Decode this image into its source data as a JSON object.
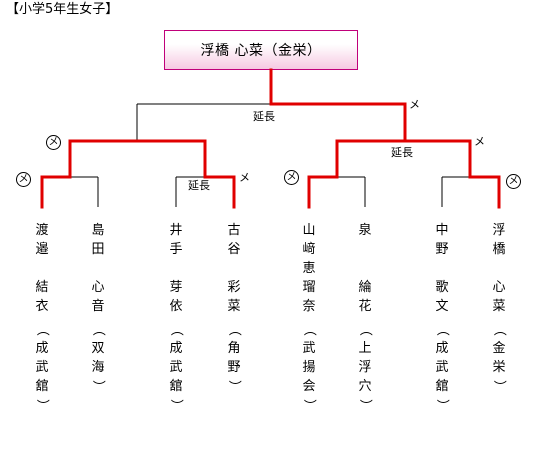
{
  "heading": "【小学5年生女子】",
  "winner": "浮橋 心菜（金栄）",
  "colors": {
    "win_line": "#e00000",
    "line": "#000000",
    "box_border": "#c0007a",
    "box_fill": "#f6c9e2"
  },
  "notes": {
    "enchou_final": "延長",
    "enchou_right": "延長",
    "enchou_left_inner": "延長"
  },
  "marks": {
    "men": "メ",
    "men_circled": "メ"
  },
  "players": [
    {
      "name": [
        "渡",
        "邉"
      ],
      "given": [
        "結",
        "衣"
      ],
      "club": [
        "（",
        "成",
        "武",
        "舘",
        "）"
      ]
    },
    {
      "name": [
        "島",
        "田"
      ],
      "given": [
        "心",
        "音"
      ],
      "club": [
        "（",
        "双",
        "海",
        "）"
      ]
    },
    {
      "name": [
        "井",
        "手"
      ],
      "given": [
        "芽",
        "依"
      ],
      "club": [
        "（",
        "成",
        "武",
        "舘",
        "）"
      ]
    },
    {
      "name": [
        "古",
        "谷"
      ],
      "given": [
        "彩",
        "菜"
      ],
      "club": [
        "（",
        "角",
        "野",
        "）"
      ]
    },
    {
      "name": [
        "山",
        "﨑",
        "恵",
        "瑠",
        "奈"
      ],
      "given": [],
      "club": [
        "（",
        "武",
        "揚",
        "会",
        "）"
      ]
    },
    {
      "name": [
        "泉"
      ],
      "given": [
        "綸",
        "花"
      ],
      "club": [
        "（",
        "上",
        "浮",
        "穴",
        "）"
      ]
    },
    {
      "name": [
        "中",
        "野"
      ],
      "given": [
        "歌",
        "文"
      ],
      "club": [
        "（",
        "成",
        "武",
        "舘",
        "）"
      ]
    },
    {
      "name": [
        "浮",
        "橋"
      ],
      "given": [
        "心",
        "菜"
      ],
      "club": [
        "（",
        "金",
        "栄",
        "）"
      ]
    }
  ]
}
